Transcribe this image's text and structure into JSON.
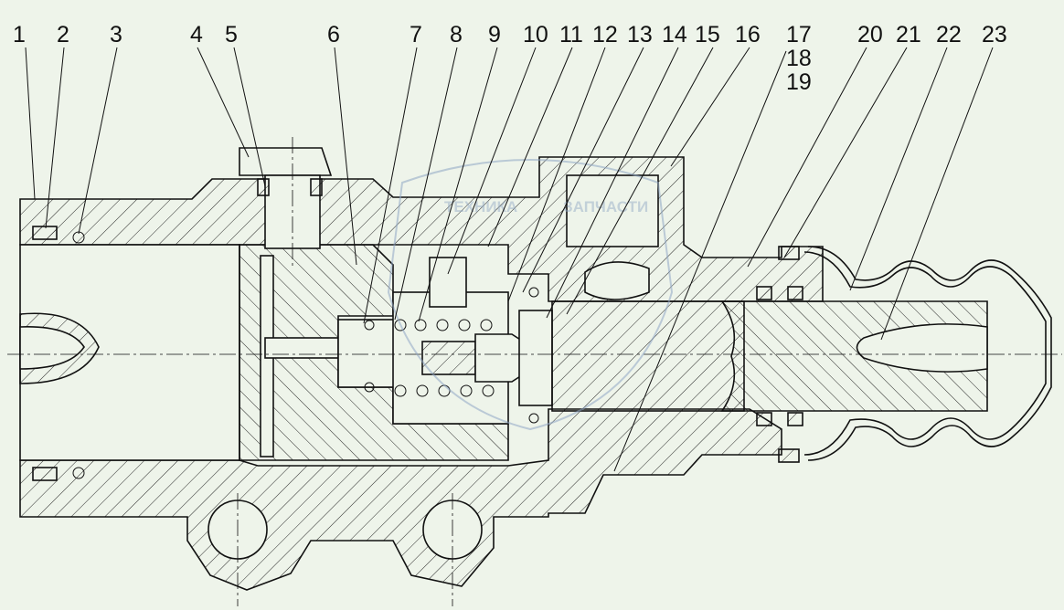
{
  "drawing": {
    "callouts": [
      "1",
      "2",
      "3",
      "4",
      "5",
      "6",
      "7",
      "8",
      "9",
      "10",
      "11",
      "12",
      "13",
      "14",
      "15",
      "16",
      "17",
      "18",
      "19",
      "20",
      "21",
      "22",
      "23"
    ],
    "watermark": {
      "left_text": "ТЕХНИКА",
      "right_text": "ЗАПЧАСТИ"
    },
    "colors": {
      "background": "#eef4ea",
      "line": "#111111",
      "watermark": "#8fa6c4"
    }
  }
}
